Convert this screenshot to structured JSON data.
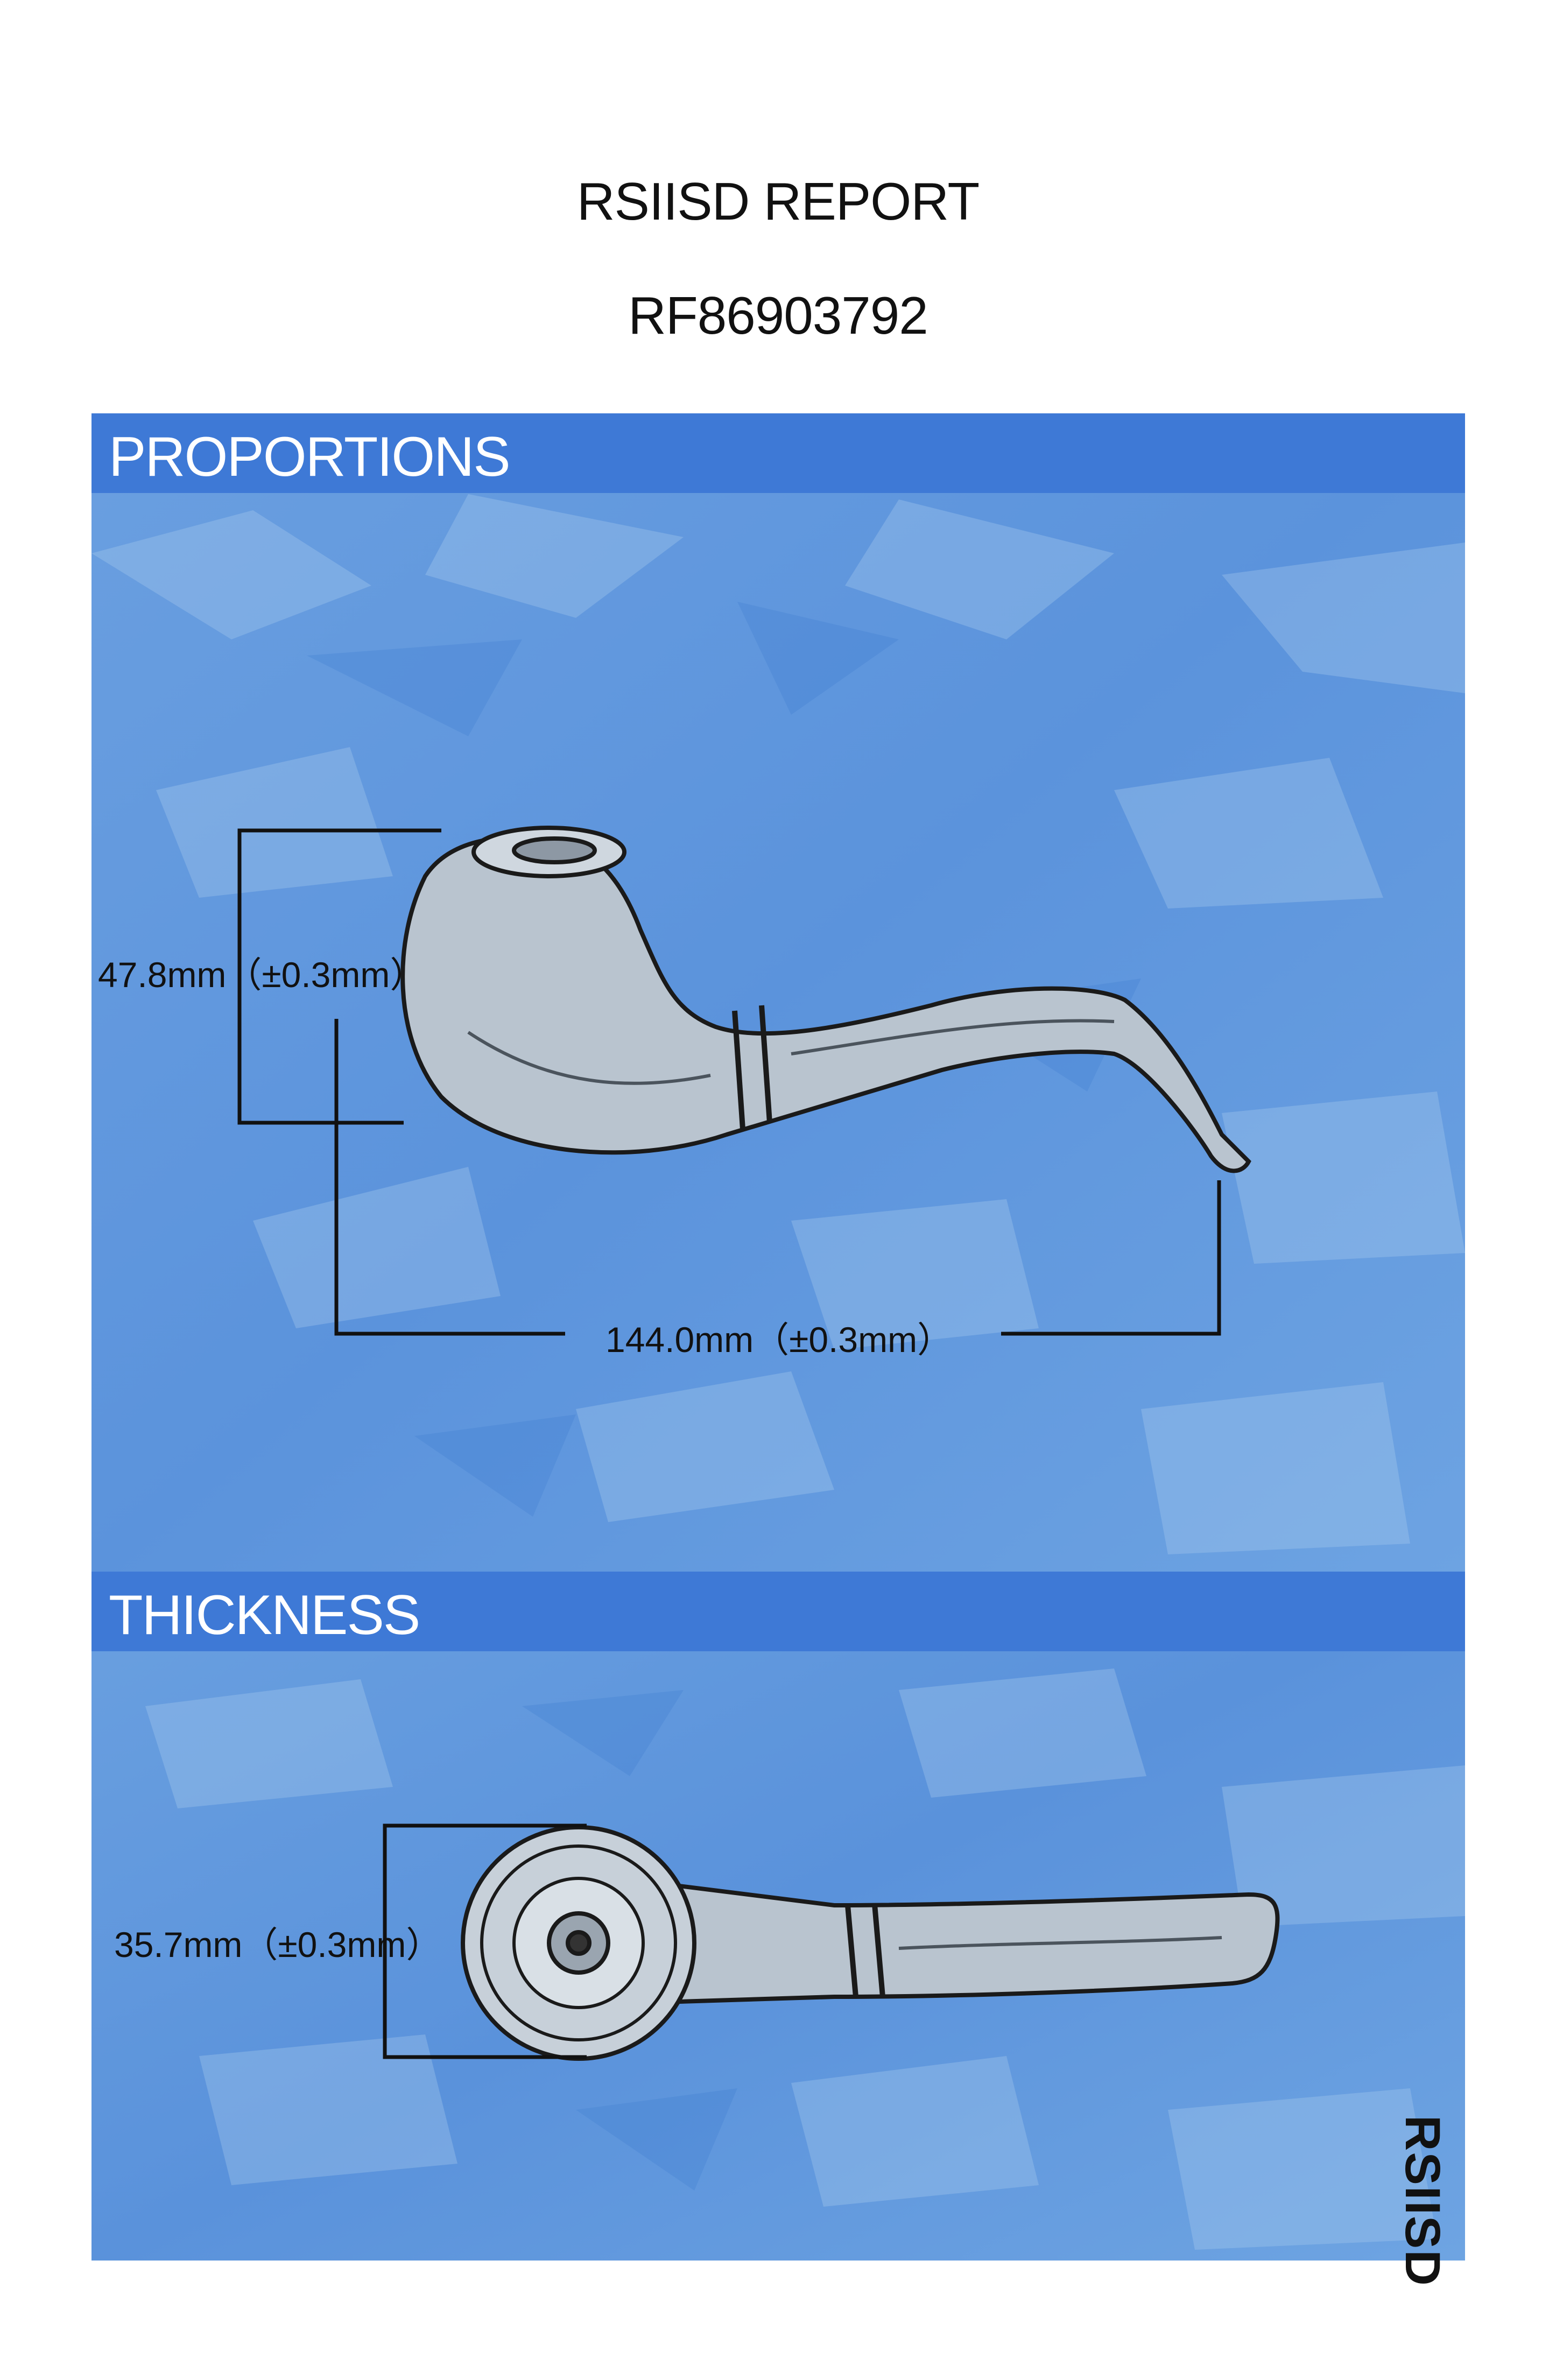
{
  "report": {
    "title": "RSIISD REPORT",
    "id": "RF86903792"
  },
  "colors": {
    "header_blue": "#3e79d6",
    "panel_blue": "#5a93dc",
    "panel_light": "#a9cbef"
  },
  "sections": {
    "proportions": {
      "heading": "PROPORTIONS",
      "height_label": "47.8mm（±0.3mm）",
      "length_label": "144.0mm（±0.3mm）"
    },
    "thickness": {
      "heading": "THICKNESS",
      "width_label": "35.7mm（±0.3mm）"
    }
  },
  "watermark": "RSIISD"
}
